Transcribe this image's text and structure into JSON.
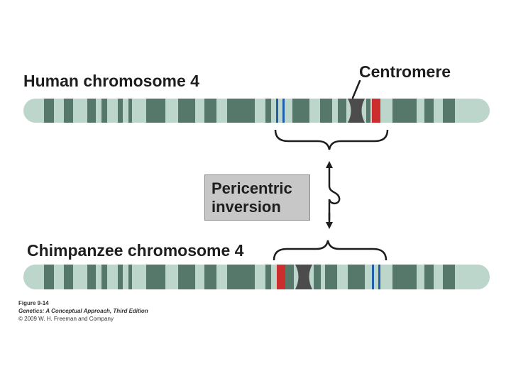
{
  "labels": {
    "human": "Human chromosome 4",
    "centromere": "Centromere",
    "chimp": "Chimpanzee chromosome 4",
    "inversion_line1": "Pericentric",
    "inversion_line2": "inversion"
  },
  "credit": {
    "figure": "Figure 9-14",
    "book": "Genetics: A Conceptual Approach, Third Edition",
    "copyright": "© 2009 W. H. Freeman and Company"
  },
  "colors": {
    "chromosome_light": "#bcd6cc",
    "band_dark": "#56786a",
    "centromere": "#4c4c4c",
    "marker_red": "#cc2d2d",
    "marker_blue": "#1f5fae",
    "bracket": "#1e1e1e"
  }
}
